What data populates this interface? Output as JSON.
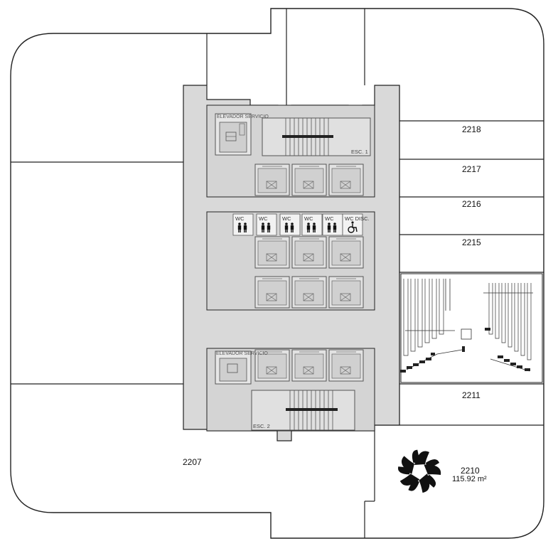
{
  "units": [
    {
      "id": "2218",
      "label": "2218"
    },
    {
      "id": "2217",
      "label": "2217"
    },
    {
      "id": "2216",
      "label": "2216"
    },
    {
      "id": "2215",
      "label": "2215"
    },
    {
      "id": "2211",
      "label": "2211"
    },
    {
      "id": "2207",
      "label": "2207"
    },
    {
      "id": "2210",
      "label": "2210",
      "area": "115.92 m²"
    }
  ],
  "core": {
    "service_elevator_top": "ELEVADOR SERVICIO",
    "service_elevator_bottom": "ELEVADOR SERVICIO",
    "stair_top": "ESC. 1",
    "stair_bottom": "ESC. 2",
    "restrooms": [
      "WC",
      "WC",
      "WC",
      "WC",
      "WC",
      "WC DISC."
    ]
  },
  "colors": {
    "core_fill": "#d9d9d9",
    "wall_stroke": "#222222",
    "highlight_unit": "#ffffff",
    "logo": "#111111"
  },
  "icons": {
    "restroom": "people-icon",
    "accessible": "wheelchair-icon",
    "elevator": "elevator-cab-icon",
    "logo": "pentagon-star-logo"
  }
}
